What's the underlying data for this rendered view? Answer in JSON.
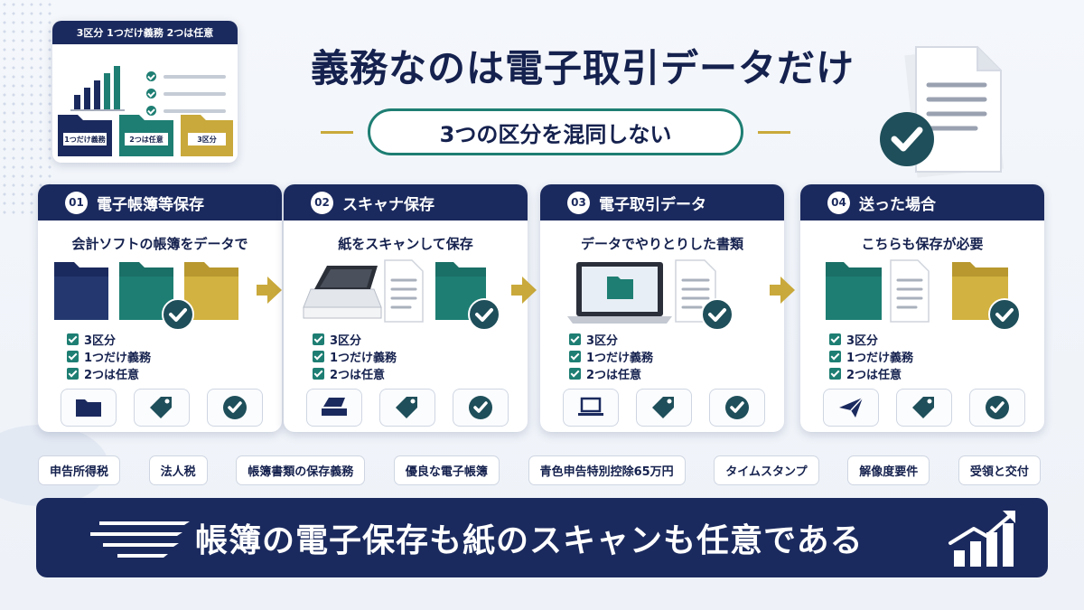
{
  "mini_card": {
    "header": "3区分  1つだけ義務  2つは任意",
    "folders": [
      "1つだけ義務",
      "2つは任意",
      "3区分"
    ]
  },
  "title": "義務なのは電子取引データだけ",
  "subtitle": "3つの区分を混同しない",
  "cards": [
    {
      "num": "01",
      "title": "電子帳簿等保存",
      "sub": "会計ソフトの帳簿をデータで",
      "icons": [
        "folder-icon",
        "tag-icon",
        "check-icon"
      ]
    },
    {
      "num": "02",
      "title": "スキャナ保存",
      "sub": "紙をスキャンして保存",
      "icons": [
        "scanner-icon",
        "tag-icon",
        "check-icon"
      ]
    },
    {
      "num": "03",
      "title": "電子取引データ",
      "sub": "データでやりとりした書類",
      "icons": [
        "laptop-icon",
        "tag-icon",
        "check-icon"
      ]
    },
    {
      "num": "04",
      "title": "送った場合",
      "sub": "こちらも保存が必要",
      "icons": [
        "send-icon",
        "tag-icon",
        "check-icon"
      ]
    }
  ],
  "checklist": [
    "3区分",
    "1つだけ義務",
    "2つは任意"
  ],
  "tags": [
    "申告所得税",
    "法人税",
    "帳簿書類の保存義務",
    "優良な電子帳簿",
    "青色申告特別控除65万円",
    "タイムスタンプ",
    "解像度要件",
    "受領と交付"
  ],
  "banner": "帳簿の電子保存も紙のスキャンも任意である",
  "colors": {
    "navy": "#1b2a5e",
    "teal": "#1e7e73",
    "gold": "#c9a93b"
  }
}
